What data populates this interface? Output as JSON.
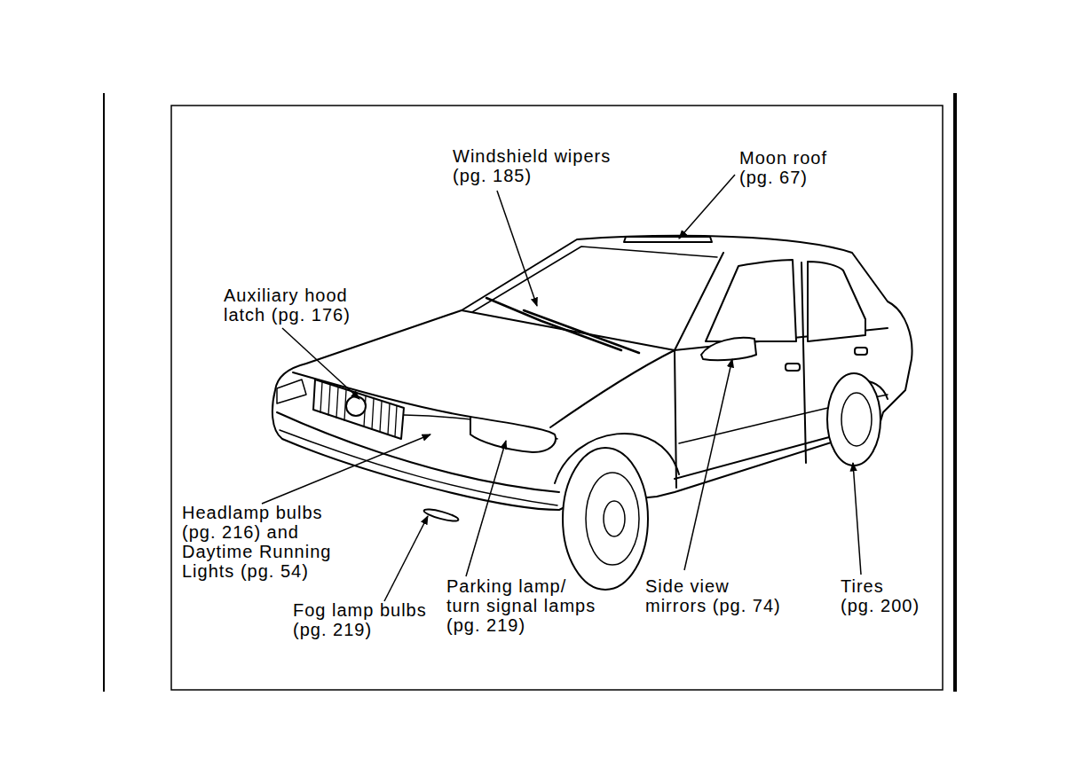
{
  "diagram": {
    "labels": [
      "Windshield wipers (pg. 185)",
      "Moon roof (pg. 67)",
      "Auxiliary hood latch (pg. 176)",
      "Headlamp bulbs (pg. 216) and Daytime Running Lights (pg. 54)",
      "Fog lamp bulbs (pg. 219)",
      "Parking lamp/ turn signal lamps (pg. 219)",
      "Side view mirrors (pg. 74)",
      "Tires (pg. 200)"
    ]
  }
}
